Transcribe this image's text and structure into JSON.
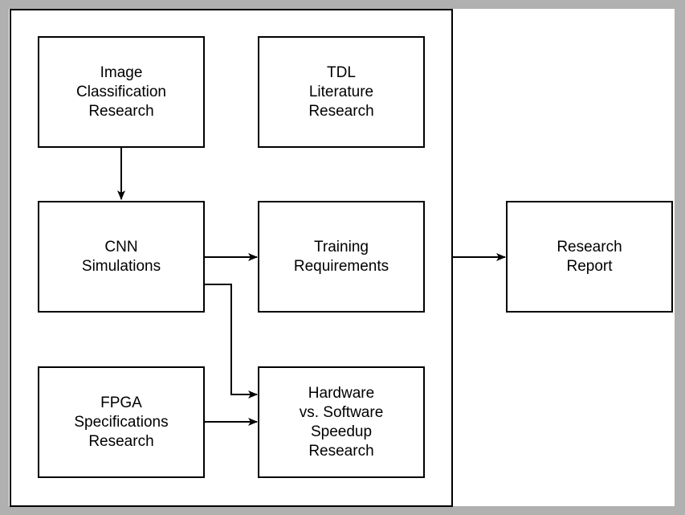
{
  "diagram": {
    "nodes": [
      {
        "id": "image_classification",
        "label": "Image\nClassification\nResearch"
      },
      {
        "id": "tdl_literature",
        "label": "TDL\nLiterature\nResearch"
      },
      {
        "id": "cnn_simulations",
        "label": "CNN\nSimulations"
      },
      {
        "id": "training_requirements",
        "label": "Training\nRequirements"
      },
      {
        "id": "fpga_specifications",
        "label": "FPGA\nSpecifications\nResearch"
      },
      {
        "id": "hw_sw_speedup",
        "label": "Hardware\nvs. Software\nSpeedup\nResearch"
      },
      {
        "id": "research_report",
        "label": "Research\nReport"
      }
    ],
    "edges": [
      {
        "from": "image_classification",
        "to": "cnn_simulations"
      },
      {
        "from": "cnn_simulations",
        "to": "training_requirements"
      },
      {
        "from": "cnn_simulations",
        "to": "hw_sw_speedup"
      },
      {
        "from": "fpga_specifications",
        "to": "hw_sw_speedup"
      },
      {
        "from": "research_group",
        "to": "research_report"
      }
    ],
    "colors": {
      "stroke": "#000000",
      "background": "#ffffff",
      "frame": "#b0b0b0"
    }
  }
}
